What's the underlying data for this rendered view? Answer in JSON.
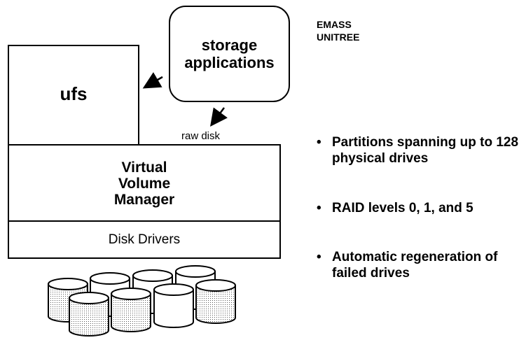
{
  "boxes": {
    "ufs": "ufs",
    "storage_line1": "storage",
    "storage_line2": "applications",
    "vvm_line1": "Virtual",
    "vvm_line2": "Volume",
    "vvm_line3": "Manager",
    "disk_drivers": "Disk Drivers"
  },
  "raw_disk_label": "raw disk",
  "vendors": "EMASS\nUNITREE",
  "bullets": [
    {
      "marker": "•",
      "text": "Partitions spanning up to 128 physical drives"
    },
    {
      "marker": "•",
      "text": "RAID levels 0, 1, and 5"
    },
    {
      "marker": "•",
      "text": "Automatic regeneration of failed drives"
    }
  ],
  "colors": {
    "stroke": "#000000",
    "disk_fill_light": "#ffffff",
    "disk_fill_shaded": "#c8c8c8"
  }
}
